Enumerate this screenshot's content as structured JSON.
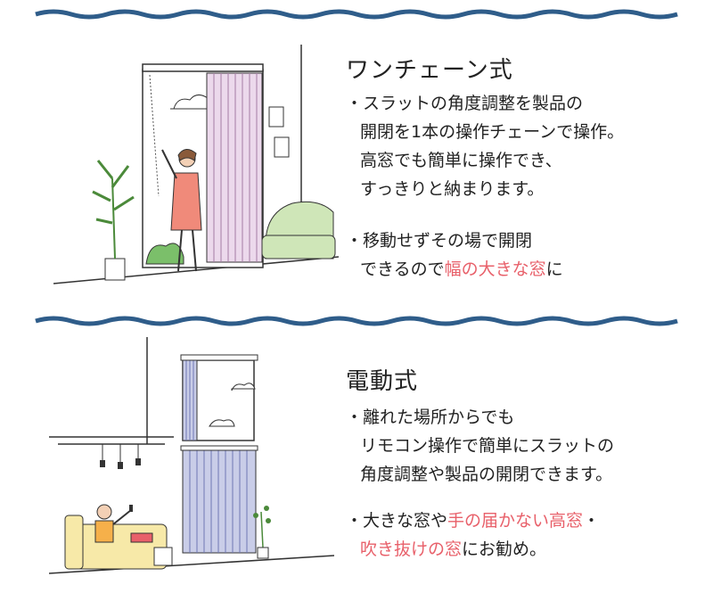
{
  "colors": {
    "accent": "#e8606a",
    "wave": "#2f5d8a",
    "blind_pink": "#e8d6e8",
    "blind_blue": "#c9cde8"
  },
  "section1": {
    "title": "ワンチェーン式",
    "bullet1": {
      "line1": "・スラットの角度調整を製品の",
      "line2": "開閉を1本の操作チェーンで操作。",
      "line3": "高窓でも簡単に操作でき、",
      "line4": "すっきりと納まります。"
    },
    "bullet2": {
      "line1": "・移動せずその場で開閉",
      "line2_pre": "できるので",
      "line2_hl": "幅の大きな窓",
      "line2_post": "に"
    }
  },
  "section2": {
    "title": "電動式",
    "bullet1": {
      "line1": "・離れた場所からでも",
      "line2": "リモコン操作で簡単にスラットの",
      "line3": "角度調整や製品の開閉できます。"
    },
    "bullet2": {
      "line1_pre": "・大きな窓や",
      "line1_hl": "手の届かない高窓",
      "line1_post": "・",
      "line2_hl": "吹き抜けの窓",
      "line2_post": "にお勧め。"
    }
  }
}
